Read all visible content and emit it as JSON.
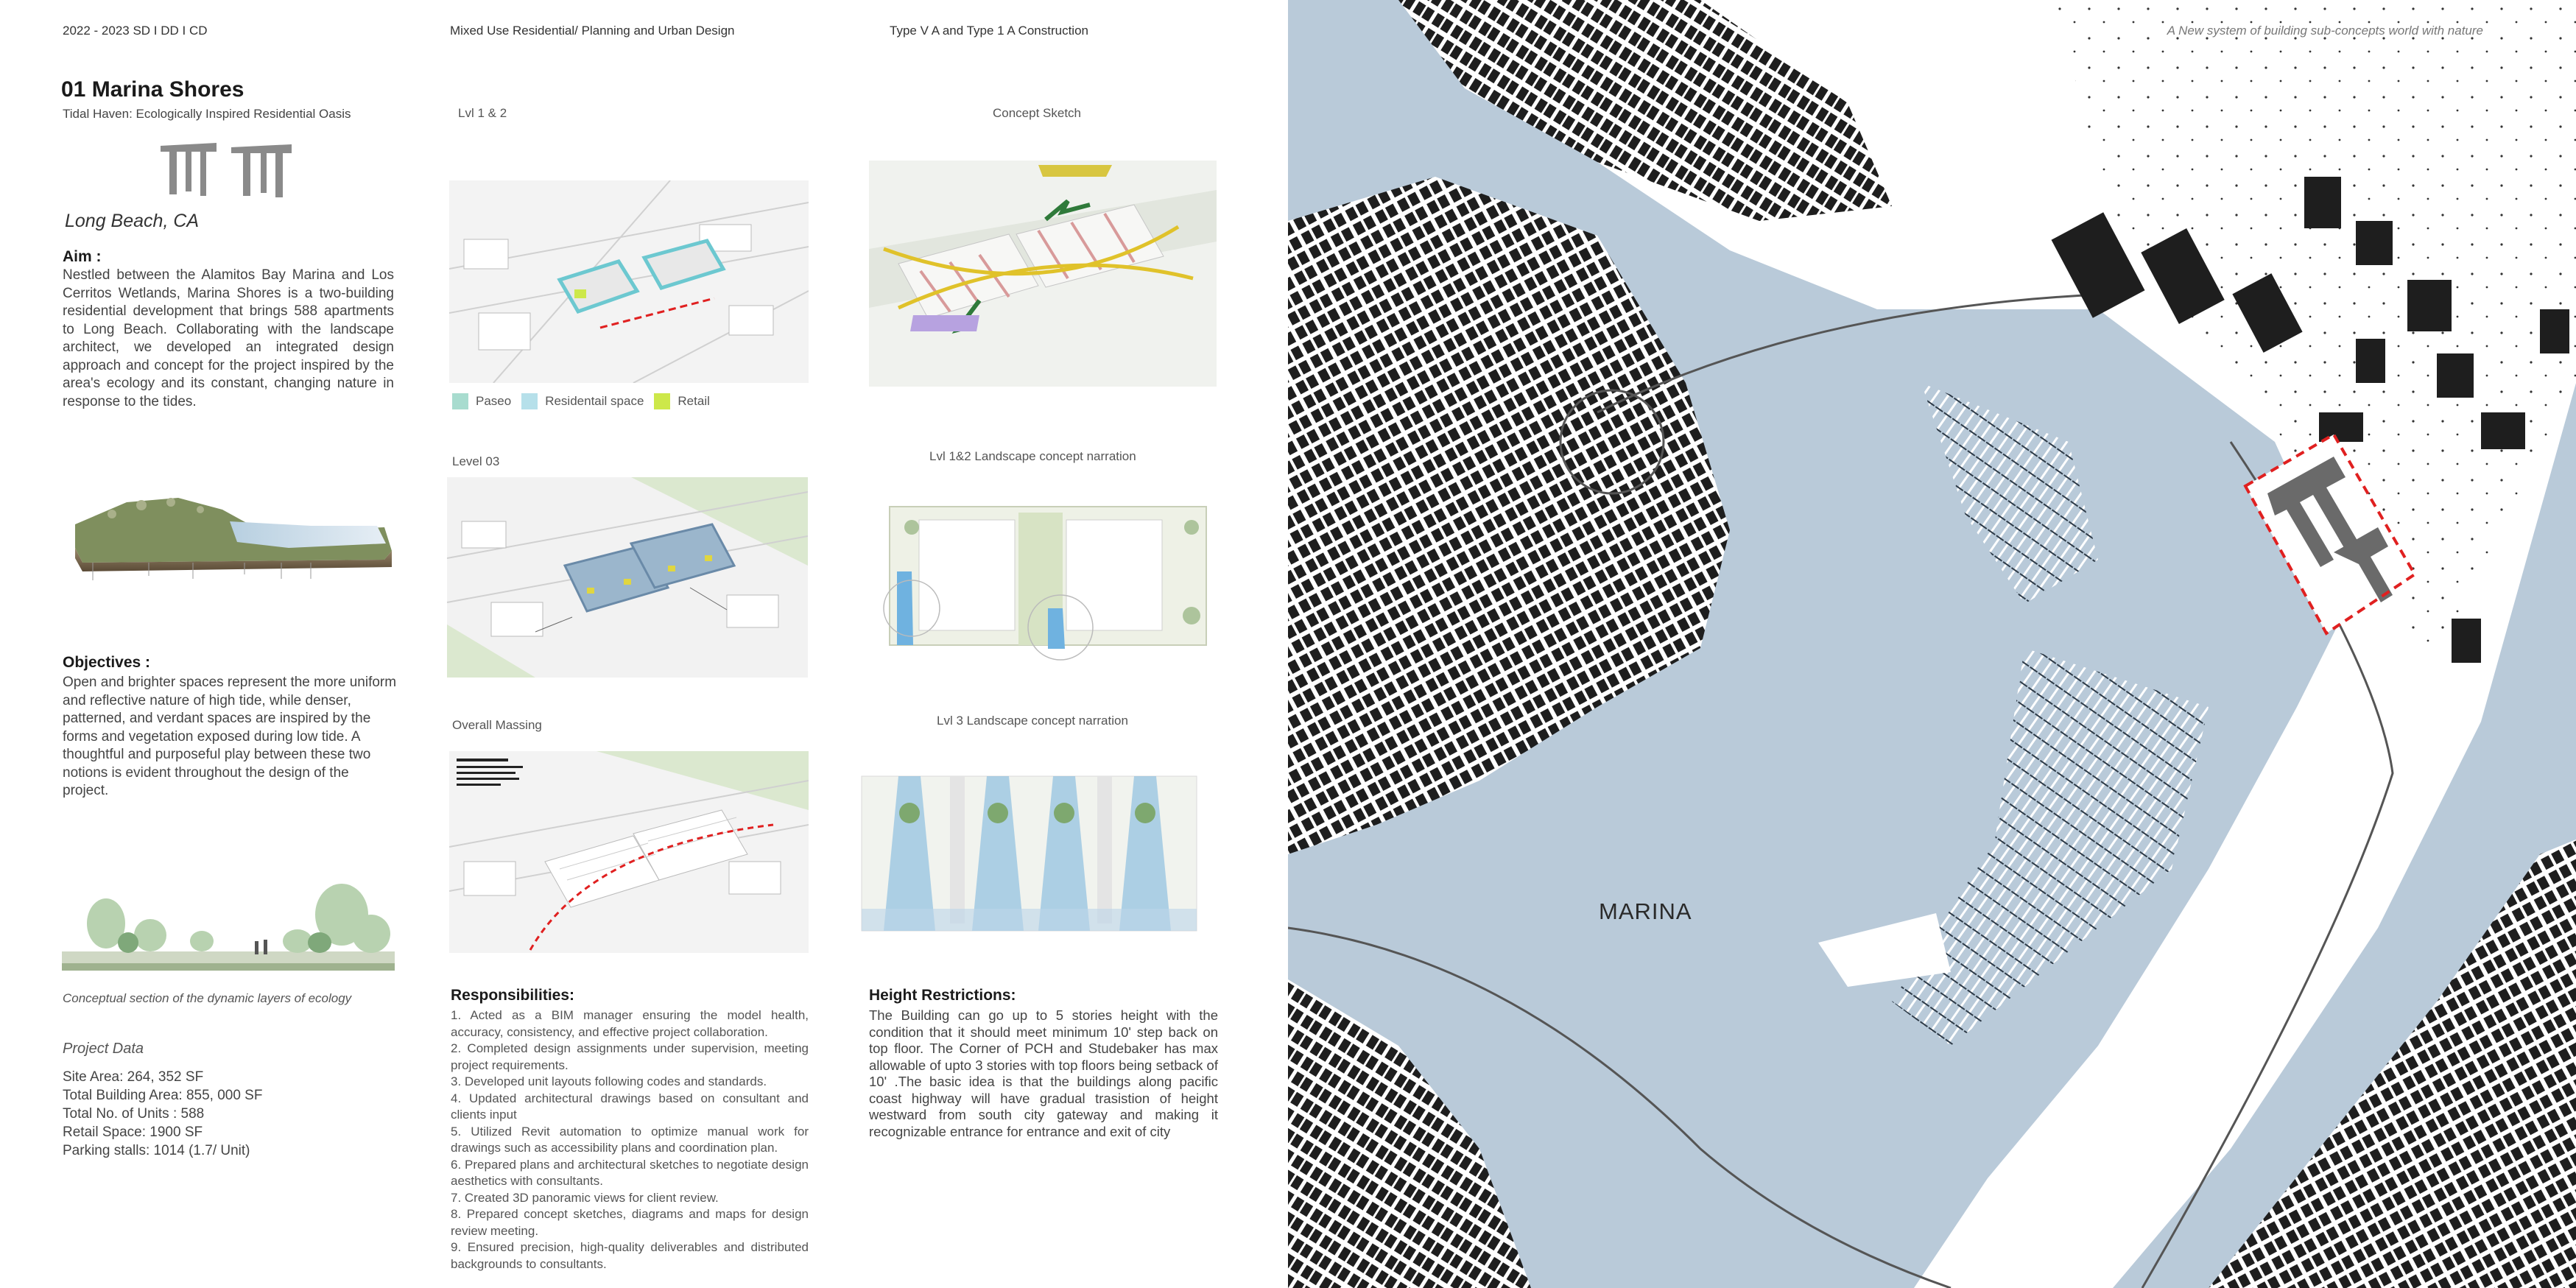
{
  "header": {
    "year_phase": "2022 - 2023 SD I DD I CD",
    "project_type": "Mixed Use Residential/ Planning and Urban Design",
    "construction": "Type V A and Type 1 A Construction"
  },
  "project": {
    "title": "01 Marina Shores",
    "subtitle": "Tidal Haven: Ecologically Inspired Residential Oasis",
    "location": "Long Beach, CA"
  },
  "aim": {
    "heading": "Aim :",
    "text": "Nestled between the Alamitos Bay Marina and Los Cerritos Wetlands, Marina Shores is a two-building residential development that brings 588 apartments to Long Beach. Collaborating with the landscape architect, we developed an integrated design approach and concept for the project inspired by the area's ecology and its constant, changing nature in response to the tides."
  },
  "objectives": {
    "heading": "Objectives :",
    "text": "Open and brighter spaces represent the more uniform and reflective nature of high tide, while denser, patterned, and verdant spaces are inspired by the forms and vegetation exposed during low tide. A thoughtful and purposeful play between these two notions is evident throughout the design of the project."
  },
  "section_caption": "Conceptual section of  the dynamic layers of ecology",
  "project_data": {
    "heading": "Project Data",
    "items": [
      "Site Area: 264, 352 SF",
      "Total Building Area: 855, 000 SF",
      "Total No. of Units : 588",
      "Retail Space: 1900 SF",
      "Parking stalls: 1014 (1.7/ Unit)"
    ]
  },
  "diagrams": {
    "lvl12": "Lvl 1 & 2",
    "concept_sketch": "Concept Sketch",
    "level03": "Level 03",
    "landscape12": "Lvl 1&2 Landscape concept narration",
    "massing": "Overall Massing",
    "landscape3": "Lvl 3 Landscape concept narration"
  },
  "legend": [
    {
      "label": "Paseo",
      "color": "#a8dccf"
    },
    {
      "label": "Residentail space",
      "color": "#b6e0ea"
    },
    {
      "label": "Retail",
      "color": "#cde84a"
    }
  ],
  "responsibilities": {
    "heading": "Responsibilities:",
    "items": [
      "1. Acted as a BIM manager ensuring the model health, accuracy, consistency, and effective project collaboration.",
      "2. Completed design assignments under supervision, meeting project requirements.",
      "3. Developed unit layouts following codes and standards.",
      "4. Updated architectural drawings based on consultant and clients input",
      "5. Utilized Revit automation to optimize manual work for drawings such as accessibility plans and coordination plan.",
      "6. Prepared plans and architectural sketches to negotiate design aesthetics with consultants.",
      "7. Created 3D panoramic views for client review.",
      "8. Prepared concept sketches, diagrams and maps for design review meeting.",
      "9. Ensured precision, high-quality deliverables and distributed backgrounds to consultants."
    ]
  },
  "height": {
    "heading": "Height Restrictions:",
    "text": "The Building can go up to 5 stories height with the condition that it should meet minimum 10' step back on top floor. The Corner of PCH and Studebaker has max allowable of upto 3 stories with top floors being setback of 10' .The basic idea is that the buildings along pacific coast highway will have gradual trasistion of height westward from south city gateway and making it recognizable entrance for entrance and exit of city"
  },
  "map": {
    "tagline": "A New system of building sub-concepts world with nature",
    "label": "MARINA",
    "water_color": "#b9cad9",
    "building_color": "#1e1e1e",
    "highlight_color": "#e02020"
  }
}
